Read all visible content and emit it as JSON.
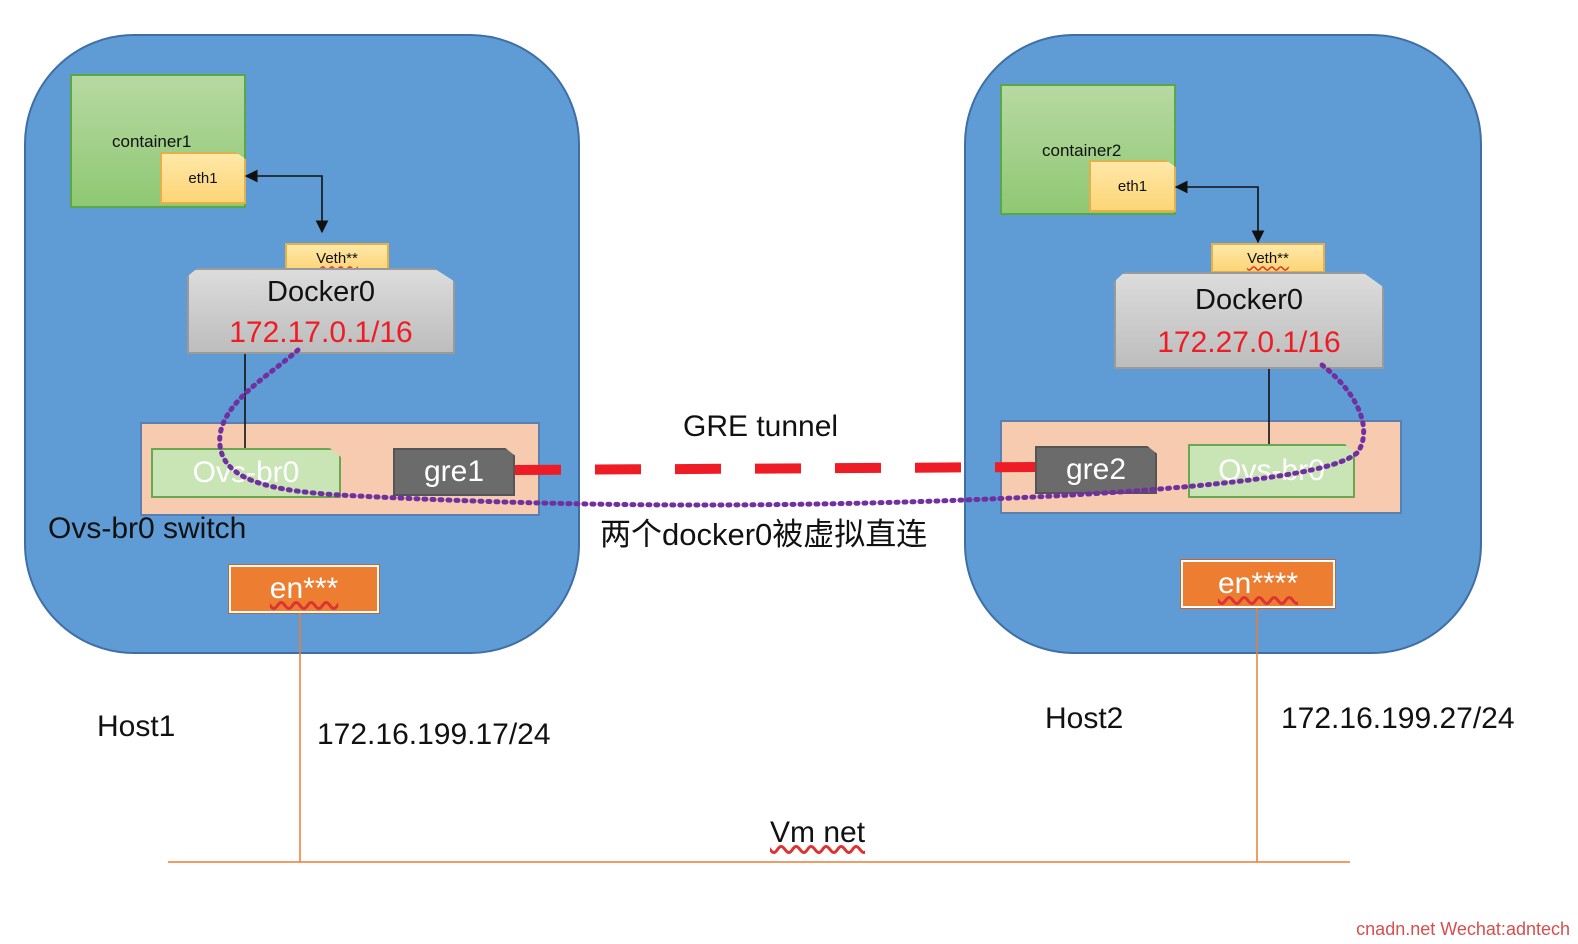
{
  "host1": {
    "name": "Host1",
    "container": "container1",
    "eth": "eth1",
    "veth": "Veth**",
    "docker_title": "Docker0",
    "docker_ip": "172.17.0.1/16",
    "ovs_br": "Ovs-br0",
    "gre": "gre1",
    "switch_label": "Ovs-br0 switch",
    "nic": "en***",
    "nic_ip": "172.16.199.17/24"
  },
  "host2": {
    "name": "Host2",
    "container": "container2",
    "eth": "eth1",
    "veth": "Veth**",
    "docker_title": "Docker0",
    "docker_ip": "172.27.0.1/16",
    "ovs_br": "Ovs-br0",
    "gre": "gre2",
    "nic": "en****",
    "nic_ip": "172.16.199.27/24"
  },
  "tunnel_label": "GRE tunnel",
  "direct_label": "两个docker0被虚拟直连",
  "vm_net_label": "Vm net",
  "watermark": "cnadn.net Wechat:adntech",
  "colors": {
    "host_bg": "#5f9bd5",
    "docker_ip": "#ee1c25",
    "tunnel": "#ee1c25",
    "virtual_link": "#7030a0",
    "nic": "#ed7d31",
    "vm_net": "#ed7d31"
  }
}
